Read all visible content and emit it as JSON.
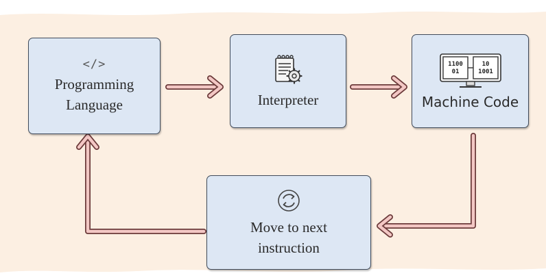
{
  "nodes": {
    "programming_language": {
      "icon": "code-brackets-icon",
      "icon_glyph": "</>",
      "label_line1": "Programming",
      "label_line2": "Language"
    },
    "interpreter": {
      "icon": "document-gear-icon",
      "label": "Interpreter"
    },
    "machine_code": {
      "icon": "binary-monitor-icon",
      "screen_left_line1": "1100",
      "screen_left_line2": "01",
      "screen_right_line1": "10",
      "screen_right_line2": "1001",
      "label": "Machine Code"
    },
    "move_next": {
      "icon": "refresh-cycle-icon",
      "label_line1": "Move to next",
      "label_line2": "instruction"
    }
  },
  "colors": {
    "background": "#fcefe2",
    "box_fill": "#dde7f4",
    "box_border": "#3f4a5a",
    "arrow_fill": "#f3c7c4",
    "arrow_outline": "#6b3a3a"
  }
}
